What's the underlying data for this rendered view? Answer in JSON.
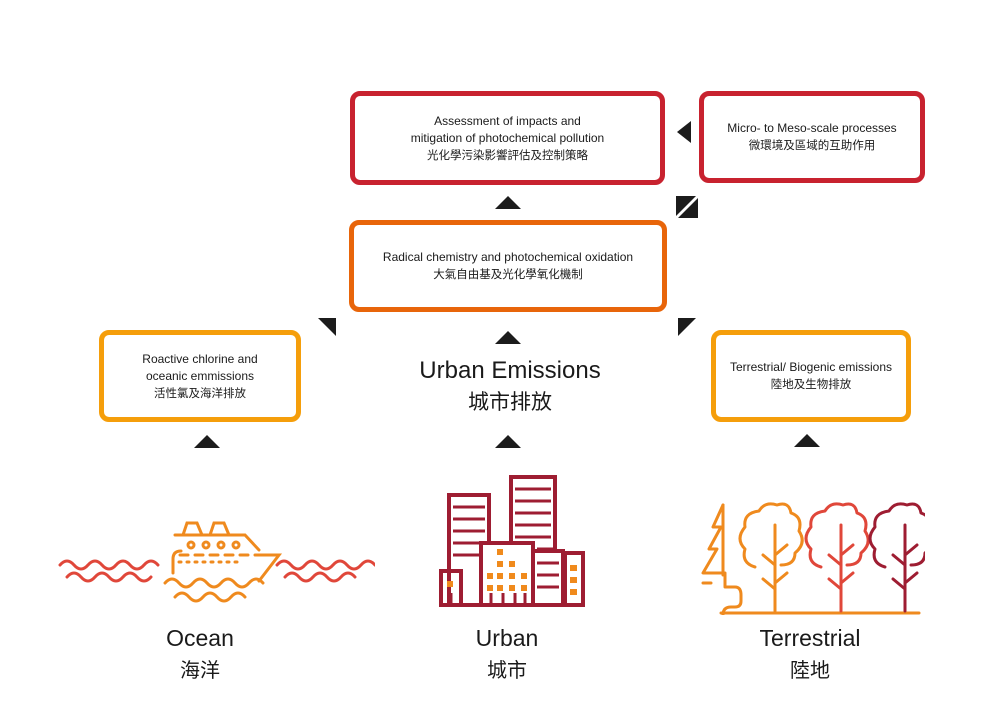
{
  "colors": {
    "red": "#c8222f",
    "orange": "#e8650a",
    "amber": "#f59e0b",
    "ocean_wave": "#e0473a",
    "ship": "#ef8a1e",
    "building": "#9e1d32",
    "window": "#f08a1c",
    "tree_1": "#ef8a1e",
    "tree_2": "#e0473a",
    "tree_3": "#9e1d32",
    "arrow": "#1c1c1c"
  },
  "boxes": {
    "assessment": {
      "en_line1": "Assessment of impacts and",
      "en_line2": "mitigation of photochemical pollution",
      "zh": "光化學污染影響評估及控制策略"
    },
    "micro": {
      "en": "Micro- to Meso-scale processes",
      "zh": "微環境及區域的互助作用"
    },
    "radical": {
      "en": "Radical chemistry and photochemical oxidation",
      "zh": "大氣自由基及光化學氧化機制"
    },
    "chlorine": {
      "en_line1": "Roactive chlorine and",
      "en_line2": "oceanic emmissions",
      "zh": "活性氯及海洋排放"
    },
    "terrestrial": {
      "en": "Terrestrial/ Biogenic emissions",
      "zh": "陸地及生物排放"
    }
  },
  "urban_emissions": {
    "en": "Urban Emissions",
    "zh": "城市排放"
  },
  "sources": [
    {
      "en": "Ocean",
      "zh": "海洋",
      "icon": "ship-on-waves-icon"
    },
    {
      "en": "Urban",
      "zh": "城市",
      "icon": "city-buildings-icon"
    },
    {
      "en": "Terrestrial",
      "zh": "陸地",
      "icon": "trees-icon"
    }
  ]
}
